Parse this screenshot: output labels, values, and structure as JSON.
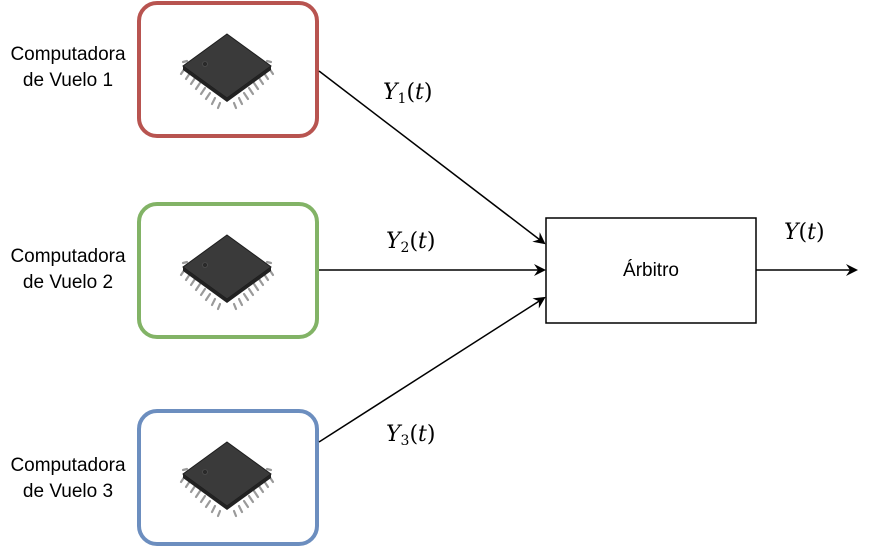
{
  "computers": [
    {
      "line1": "Computadora",
      "line2": "de Vuelo 1",
      "color": "#b85450"
    },
    {
      "line1": "Computadora",
      "line2": "de Vuelo 2",
      "color": "#82b366"
    },
    {
      "line1": "Computadora",
      "line2": "de Vuelo 3",
      "color": "#6c8ebf"
    }
  ],
  "chip_icon": "microchip-icon",
  "arbiter": {
    "label": "Árbitro"
  },
  "signals": [
    {
      "var": "Y",
      "sub": "1",
      "arg": "t"
    },
    {
      "var": "Y",
      "sub": "2",
      "arg": "t"
    },
    {
      "var": "Y",
      "sub": "3",
      "arg": "t"
    }
  ],
  "output": {
    "var": "Y",
    "arg": "t"
  }
}
